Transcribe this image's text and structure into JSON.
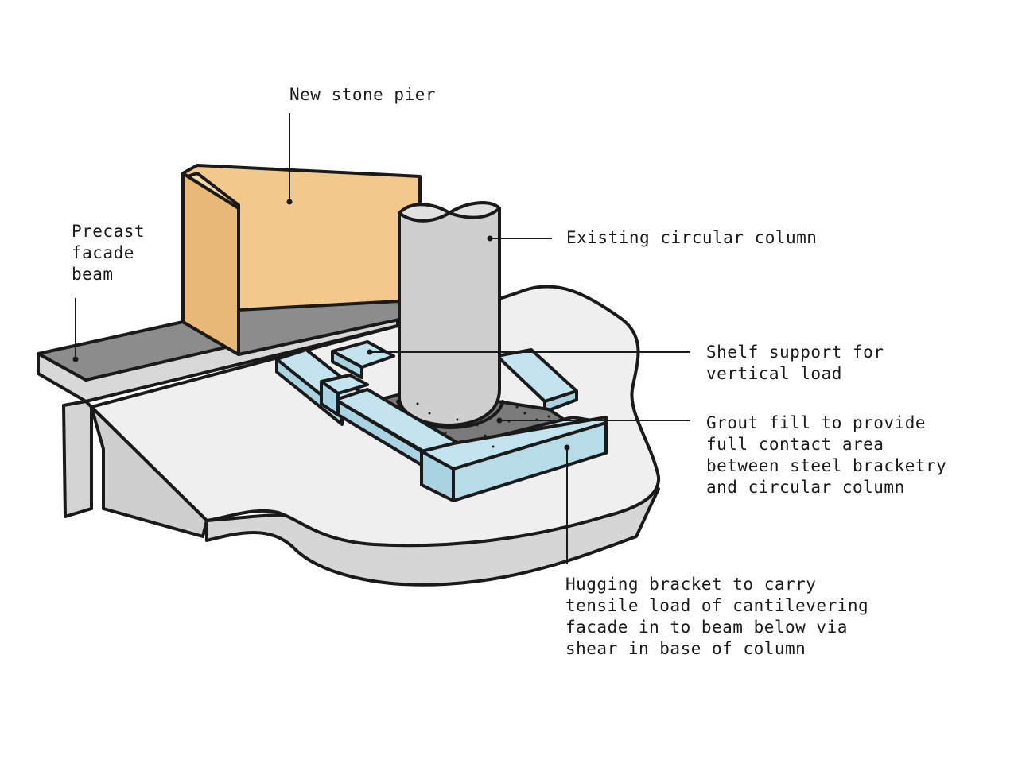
{
  "labels": {
    "pier": [
      "New stone pier"
    ],
    "beam": [
      "Precast",
      "facade",
      "beam"
    ],
    "column": [
      "Existing circular column"
    ],
    "shelf": [
      "Shelf support for",
      "vertical load"
    ],
    "grout": [
      "Grout fill to provide",
      "full contact area",
      "between steel bracketry",
      "and circular column"
    ],
    "bracket": [
      "Hugging bracket to carry",
      "tensile load of cantilevering",
      "facade in to beam below via",
      "shear in base of column"
    ]
  },
  "colors": {
    "outline": "#1a1a1a",
    "slab_top": "#efefef",
    "slab_edge": "#d6d6d6",
    "beam_top": "#8c8c8c",
    "beam_side": "#d4d4d4",
    "pier": "#f2c98a",
    "pier_edge": "#e4b46c",
    "column": "#cfcfcf",
    "steel": "#c3e4ee",
    "steel_side": "#a9d3e0",
    "grout": "#7a7a7a"
  }
}
